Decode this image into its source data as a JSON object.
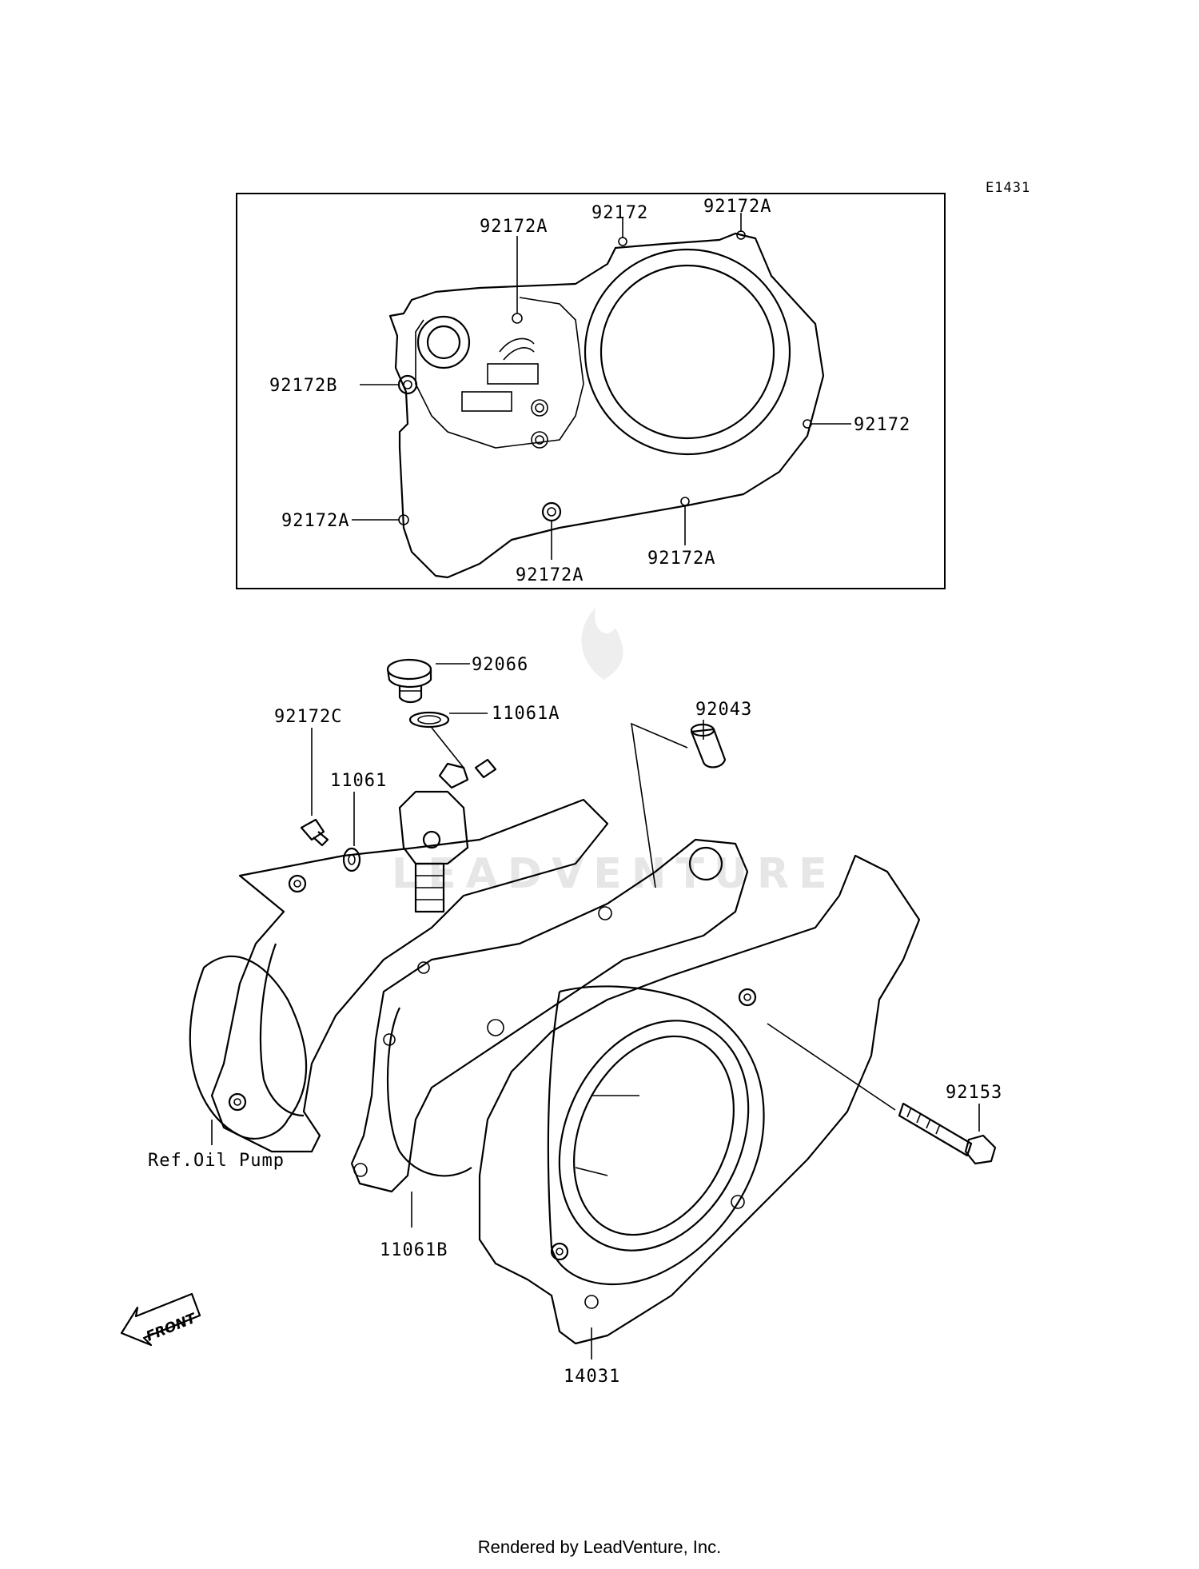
{
  "diagram_code": "E1431",
  "inset_labels": [
    "92172A",
    "92172",
    "92172A",
    "92172B",
    "92172",
    "92172A",
    "92172A",
    "92172A"
  ],
  "part_labels": {
    "p92066": "92066",
    "p11061A": "11061A",
    "p92172C": "92172C",
    "p11061": "11061",
    "p92043": "92043",
    "p92153": "92153",
    "ref_oil_pump": "Ref.Oil Pump",
    "p11061B": "11061B",
    "p14031": "14031"
  },
  "front_label": "FRONT",
  "watermark": "LEADVENTURE",
  "footer": "Rendered by LeadVenture, Inc."
}
